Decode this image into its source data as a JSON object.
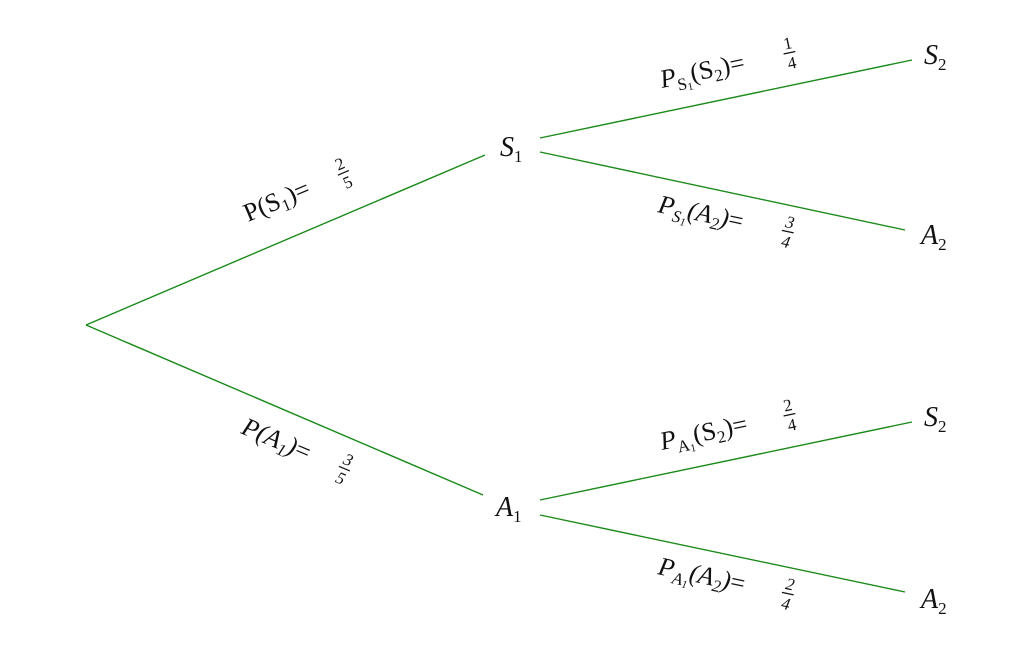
{
  "line_color": "#1a8a1a",
  "nodes": {
    "s1": {
      "main": "S",
      "sub": "1"
    },
    "a1": {
      "main": "A",
      "sub": "1"
    },
    "s1_s2": {
      "main": "S",
      "sub": "2"
    },
    "s1_a2": {
      "main": "A",
      "sub": "2"
    },
    "a1_s2": {
      "main": "S",
      "sub": "2"
    },
    "a1_a2": {
      "main": "A",
      "sub": "2"
    }
  },
  "edges": {
    "root_s1": {
      "p": "P",
      "open": "(",
      "ev": "S",
      "ev_sub": "1",
      "close": ")",
      "eq": "=",
      "num": "2",
      "den": "5"
    },
    "root_a1": {
      "p": "P",
      "open": "(",
      "ev": "A",
      "ev_sub": "1",
      "close": ")",
      "eq": "=",
      "num": "3",
      "den": "5"
    },
    "s1_s2": {
      "p": "P",
      "cond": "S",
      "cond_sub": "1",
      "open": "(",
      "ev": "S",
      "ev_sub": "2",
      "close": ")",
      "eq": "=",
      "num": "1",
      "den": "4"
    },
    "s1_a2": {
      "p": "P",
      "cond": "S",
      "cond_sub": "1",
      "open": "(",
      "ev": "A",
      "ev_sub": "2",
      "close": ")",
      "eq": "=",
      "num": "3",
      "den": "4"
    },
    "a1_s2": {
      "p": "P",
      "cond": "A",
      "cond_sub": "1",
      "open": "(",
      "ev": "S",
      "ev_sub": "2",
      "close": ")",
      "eq": "=",
      "num": "2",
      "den": "4"
    },
    "a1_a2": {
      "p": "P",
      "cond": "A",
      "cond_sub": "1",
      "open": "(",
      "ev": "A",
      "ev_sub": "2",
      "close": ")",
      "eq": "=",
      "num": "2",
      "den": "4"
    }
  }
}
